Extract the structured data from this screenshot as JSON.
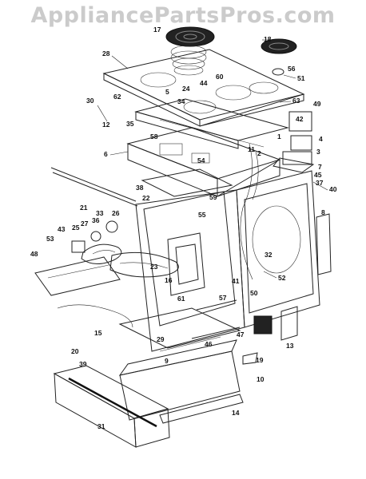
{
  "watermark": "AppliancePartsPros.com",
  "labels": {
    "p1": "1",
    "p2": "2",
    "p3": "3",
    "p4": "4",
    "p5": "5",
    "p6": "6",
    "p7": "7",
    "p8": "8",
    "p9": "9",
    "p10": "10",
    "p11": "11",
    "p12": "12",
    "p13": "13",
    "p14": "14",
    "p15": "15",
    "p16": "16",
    "p17": "17",
    "p18": "18",
    "p19": "19",
    "p20": "20",
    "p21": "21",
    "p22": "22",
    "p23": "23",
    "p24": "24",
    "p25": "25",
    "p26": "26",
    "p27": "27",
    "p28": "28",
    "p29": "29",
    "p30": "30",
    "p31": "31",
    "p32": "32",
    "p33": "33",
    "p34": "34",
    "p35": "35",
    "p36": "36",
    "p37": "37",
    "p38": "38",
    "p39": "39",
    "p40": "40",
    "p41": "41",
    "p42": "42",
    "p43": "43",
    "p44": "44",
    "p45": "45",
    "p46": "46",
    "p47": "47",
    "p48": "48",
    "p49": "49",
    "p50": "50",
    "p51": "51",
    "p52": "52",
    "p53": "53",
    "p54": "54",
    "p55": "55",
    "p56": "56",
    "p57": "57",
    "p58": "58",
    "p59": "59",
    "p60": "60",
    "p61": "61",
    "p62": "62",
    "p63": "63"
  }
}
